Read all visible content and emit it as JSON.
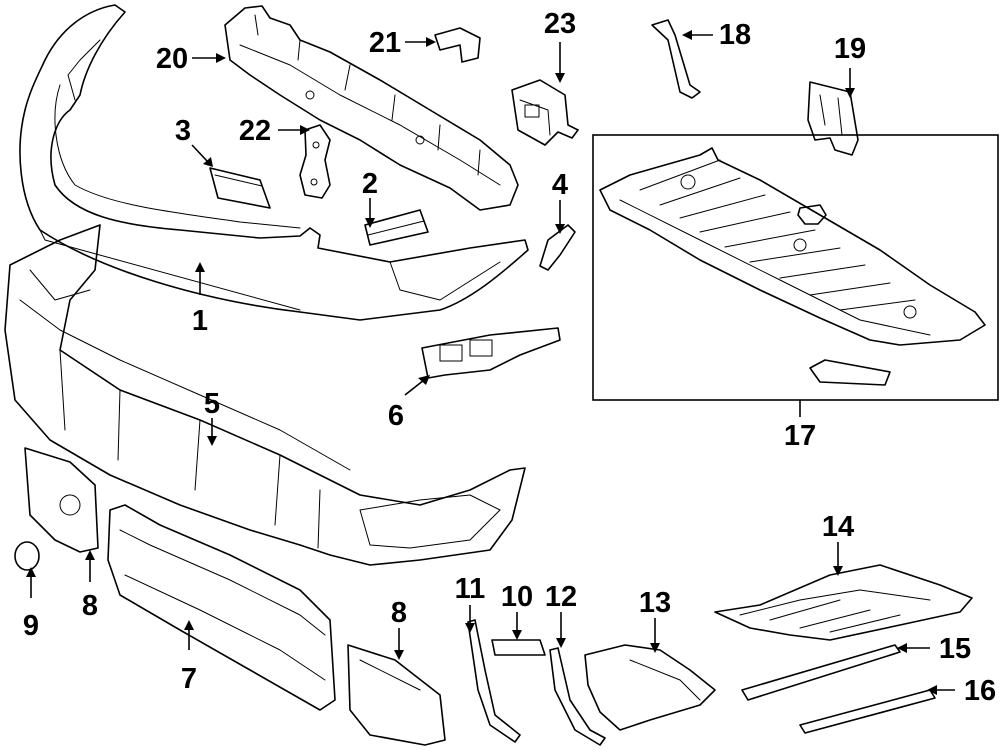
{
  "labels": {
    "p1": "1",
    "p2": "2",
    "p3": "3",
    "p4": "4",
    "p5": "5",
    "p6": "6",
    "p7": "7",
    "p8a": "8",
    "p8b": "8",
    "p9": "9",
    "p10": "10",
    "p11": "11",
    "p12": "12",
    "p13": "13",
    "p14": "14",
    "p15": "15",
    "p16": "16",
    "p17": "17",
    "p18": "18",
    "p19": "19",
    "p20": "20",
    "p21": "21",
    "p22": "22",
    "p23": "23"
  }
}
